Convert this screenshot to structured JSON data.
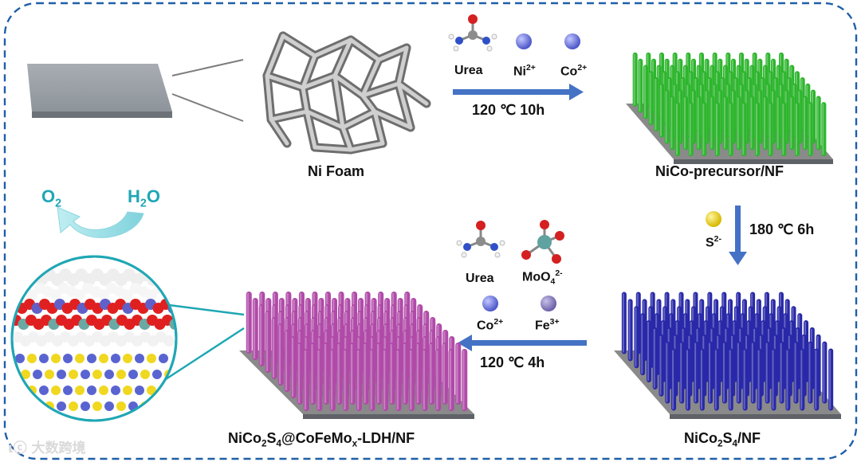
{
  "stage1": {
    "ni_foam_label": "Ni Foam",
    "reagents": [
      "Urea",
      "Ni",
      "Co"
    ],
    "ni_charge": "2+",
    "co_charge": "2+",
    "condition": "120 ℃   10h",
    "product_label": "NiCo-precursor/NF"
  },
  "stage2": {
    "reagent_base": "S",
    "reagent_charge": "2-",
    "condition": "180 ℃   6h",
    "product_base": "NiCo",
    "product_sub": "2",
    "product_mid": "S",
    "product_sub2": "4",
    "product_tail": "/NF"
  },
  "stage3": {
    "urea": "Urea",
    "moo4_base": "MoO",
    "moo4_sub": "4",
    "moo4_charge": "2-",
    "co_base": "Co",
    "co_charge": "2+",
    "fe_base": "Fe",
    "fe_charge": "3+",
    "condition": "120 ℃   4h",
    "product_a": "NiCo",
    "product_a_sub": "2",
    "product_b": "S",
    "product_b_sub": "4",
    "product_c": "@CoFeMo",
    "product_c_sub": "x",
    "product_d": "-LDH/NF"
  },
  "oer": {
    "o2_base": "O",
    "o2_sub": "2",
    "h2o_h": "H",
    "h2o_sub": "2",
    "h2o_o": "O"
  },
  "watermark": "大数跨境",
  "colors": {
    "frame": "#1f5fa8",
    "arrow": "#4472c4",
    "green_rod": "#2db52d",
    "blue_rod": "#2828a8",
    "purple_rod": "#b04aa8",
    "substrate": "#8a8a8a",
    "teal": "#1fa7b4"
  }
}
